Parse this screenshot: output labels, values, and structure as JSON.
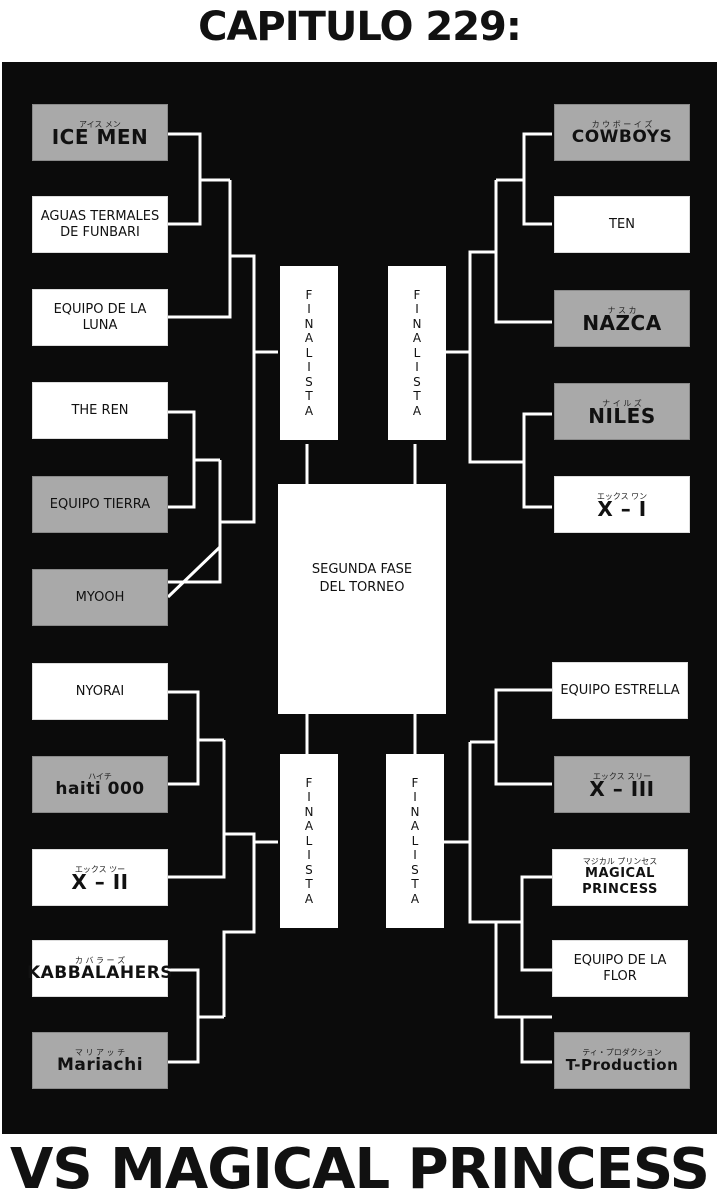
{
  "header": {
    "chapter": "CAPITULO 229:"
  },
  "footer": {
    "title": "VS MAGICAL PRINCESS"
  },
  "center": {
    "text": "SEGUNDA FASE DEL TORNEO"
  },
  "finalist_label": "FINALISTA",
  "left_teams": [
    {
      "name": "ICE MEN",
      "tag": "アイス メン"
    },
    {
      "name": "AGUAS TERMALES DE FUNBARI"
    },
    {
      "name": "EQUIPO DE LA LUNA"
    },
    {
      "name": "THE REN"
    },
    {
      "name": "EQUIPO TIERRA"
    },
    {
      "name": "MYOOH"
    },
    {
      "name": "NYORAI"
    },
    {
      "name": "haiti 000",
      "tag": "ハイチ"
    },
    {
      "name": "X – II",
      "tag": "エックス ツー"
    },
    {
      "name": "KABBALAHERS",
      "tag": "カ バ ラ ー ズ"
    },
    {
      "name": "Mariachi",
      "tag": "マ リ ア ッ チ"
    }
  ],
  "right_teams": [
    {
      "name": "COWBOYS",
      "tag": "カ ウ ボ ー イ ズ"
    },
    {
      "name": "TEN"
    },
    {
      "name": "NAZCA",
      "tag": "ナ ス カ"
    },
    {
      "name": "NILES",
      "tag": "ナ イ ル ズ"
    },
    {
      "name": "X – I",
      "tag": "エックス ワン"
    },
    {
      "name": "EQUIPO ESTRELLA"
    },
    {
      "name": "X – III",
      "tag": "エックス スリー"
    },
    {
      "name": "MAGICAL PRINCESS",
      "tag": "マジカル プリンセス"
    },
    {
      "name": "EQUIPO DE LA FLOR"
    },
    {
      "name": "T-Production",
      "tag": "ティ・プロダクション"
    }
  ],
  "colors": {
    "board": "#0b0b0b",
    "box_white": "#ffffff",
    "box_gray": "#a9a9a9"
  }
}
